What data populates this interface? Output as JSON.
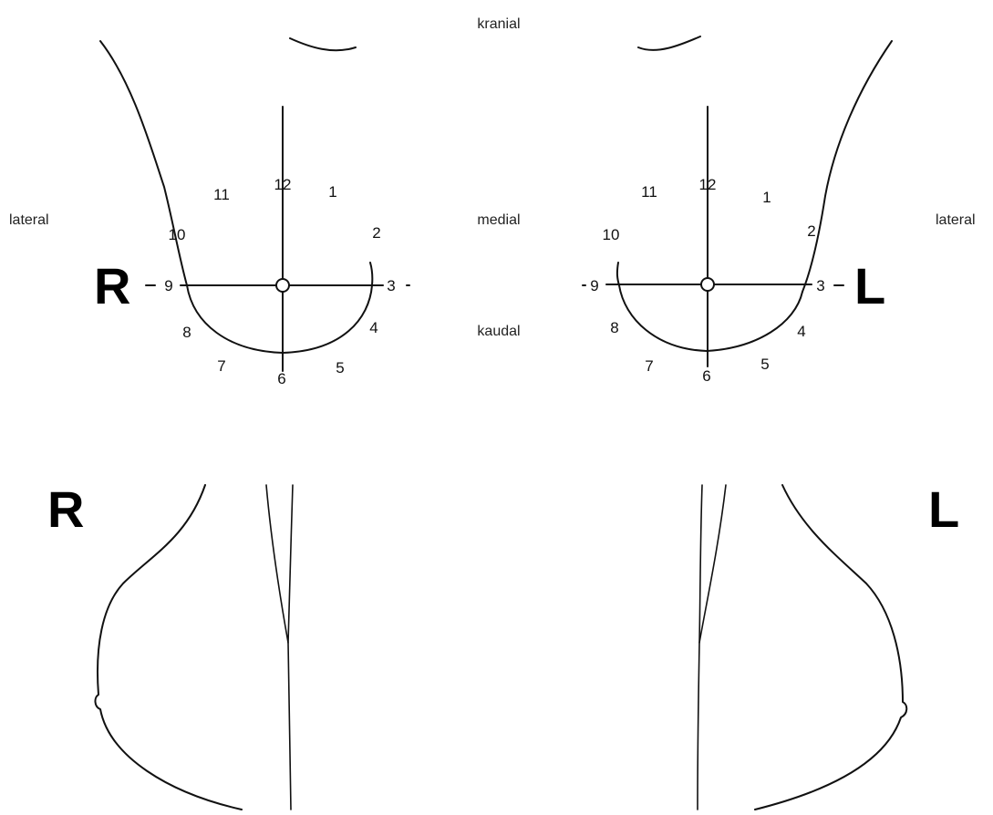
{
  "directions": {
    "cranial": "kranial",
    "medial": "medial",
    "caudal": "kaudal",
    "lateral_left": "lateral",
    "lateral_right": "lateral"
  },
  "side_labels": {
    "right": "R",
    "left": "L"
  },
  "clock_positions": {
    "h1": "1",
    "h2": "2",
    "h3": "3",
    "h4": "4",
    "h5": "5",
    "h6": "6",
    "h7": "7",
    "h8": "8",
    "h9": "9",
    "h10": "10",
    "h11": "11",
    "h12": "12"
  }
}
